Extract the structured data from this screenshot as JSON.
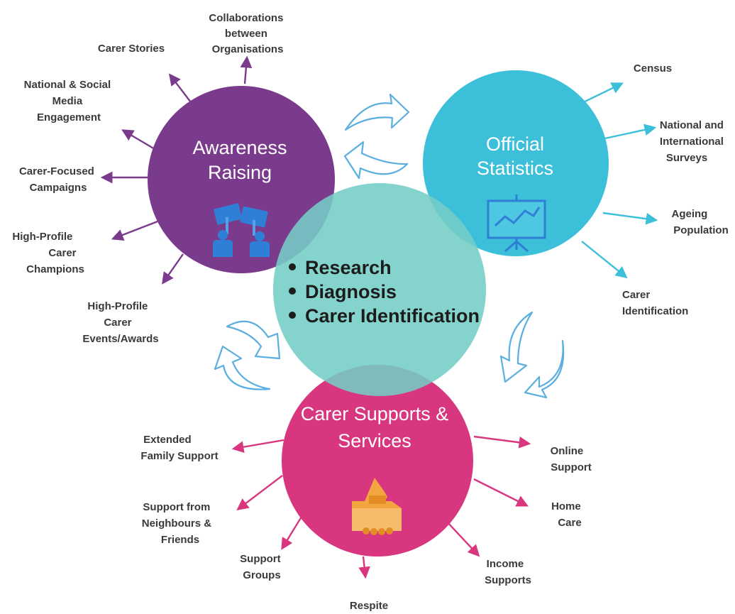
{
  "colors": {
    "awareness": "#7b3b8c",
    "statistics": "#3cbfd9",
    "center": "#74cdc6",
    "supports": "#d8377f",
    "cycle_arrow": "#5aaee0",
    "icon_blue": "#2f7fd6",
    "icon_orange": "#f3a53f"
  },
  "awareness": {
    "title_line1": "Awareness",
    "title_line2": "Raising",
    "icon": "protest-signs-icon",
    "spokes": [
      {
        "lines": [
          "Carer Stories"
        ]
      },
      {
        "lines": [
          "Collaborations",
          "between",
          "Organisations"
        ]
      },
      {
        "lines": [
          "National & Social",
          "Media",
          "Engagement"
        ]
      },
      {
        "lines": [
          "Carer-Focused",
          "Campaigns"
        ]
      },
      {
        "lines": [
          "High-Profile",
          "Carer",
          "Champions"
        ]
      },
      {
        "lines": [
          "High-Profile",
          "Carer",
          "Events/Awards"
        ]
      }
    ]
  },
  "statistics": {
    "title_line1": "Official",
    "title_line2": "Statistics",
    "icon": "presentation-chart-icon",
    "spokes": [
      {
        "lines": [
          "Census"
        ]
      },
      {
        "lines": [
          "National and",
          "International",
          "Surveys"
        ]
      },
      {
        "lines": [
          "Ageing",
          "Population"
        ]
      },
      {
        "lines": [
          "Carer",
          "Identification"
        ]
      }
    ]
  },
  "center": {
    "items": [
      "Research",
      "Diagnosis",
      "Carer Identification"
    ]
  },
  "supports": {
    "title_line1": "Carer Supports &",
    "title_line2": "Services",
    "icon": "handshake-icon",
    "spokes": [
      {
        "lines": [
          "Extended",
          "Family Support"
        ]
      },
      {
        "lines": [
          "Support from",
          "Neighbours &",
          "Friends"
        ]
      },
      {
        "lines": [
          "Support",
          "Groups"
        ]
      },
      {
        "lines": [
          "Respite"
        ]
      },
      {
        "lines": [
          "Income",
          "Supports"
        ]
      },
      {
        "lines": [
          "Home",
          "Care"
        ]
      },
      {
        "lines": [
          "Online",
          "Support"
        ]
      }
    ]
  }
}
